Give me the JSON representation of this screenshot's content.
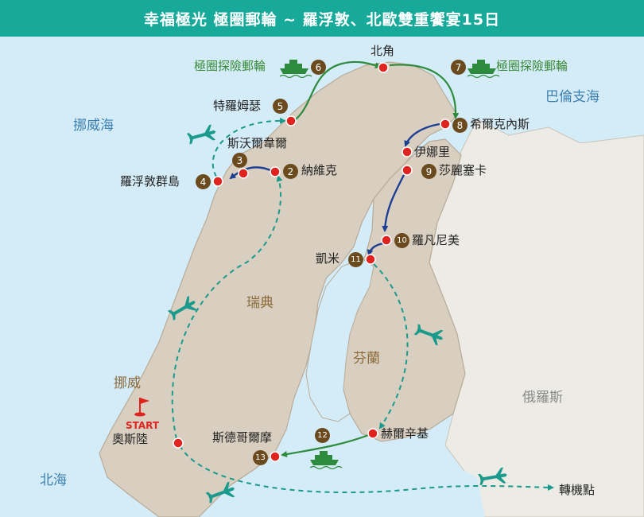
{
  "title": "幸福極光 極圈郵輪 ~ 羅浮敦、北歐雙重饗宴15日",
  "seas": {
    "norwegian_sea": "挪威海",
    "barents_sea": "巴倫支海",
    "north_sea": "北海"
  },
  "countries": {
    "sweden": "瑞典",
    "finland": "芬蘭",
    "norway": "挪威",
    "russia": "俄羅斯"
  },
  "cruise_labels": {
    "left": "極圈探險郵輪",
    "right": "極圈探險郵輪"
  },
  "start_label": "START",
  "transit_label": "轉機點",
  "stops": [
    {
      "num": "2",
      "name": "納維克"
    },
    {
      "num": "3",
      "name": "斯沃爾韋爾"
    },
    {
      "num": "4",
      "name": "羅浮敦群島"
    },
    {
      "num": "5",
      "name": "特羅姆瑟"
    },
    {
      "num": "6",
      "name": ""
    },
    {
      "num": "",
      "name": "北角"
    },
    {
      "num": "7",
      "name": ""
    },
    {
      "num": "8",
      "name": "希爾克內斯"
    },
    {
      "num": "",
      "name": "伊娜里"
    },
    {
      "num": "9",
      "name": "莎麗塞卡"
    },
    {
      "num": "10",
      "name": "羅凡尼美"
    },
    {
      "num": "11",
      "name": "凱米"
    },
    {
      "num": "",
      "name": "赫爾辛基"
    },
    {
      "num": "12",
      "name": ""
    },
    {
      "num": "13",
      "name": "斯德哥爾摩"
    },
    {
      "num": "",
      "name": "奧斯陸"
    }
  ],
  "colors": {
    "header": "#17a99a",
    "sea": "#d4ecf7",
    "land": "#d9cfc0",
    "land_light": "#ecebe6",
    "route_green": "#2e8a3c",
    "route_blue": "#1c3f94",
    "flight_dashed": "#1a9a8c",
    "badge": "#6b4b1e",
    "pin": "#e0231f"
  }
}
